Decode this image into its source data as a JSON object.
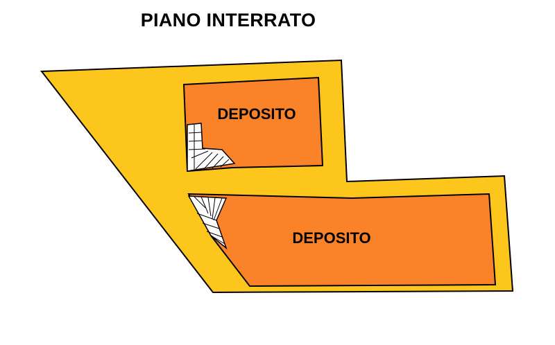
{
  "title": "PIANO INTERRATO",
  "rooms": [
    {
      "label": "DEPOSITO"
    },
    {
      "label": "DEPOSITO"
    }
  ],
  "colors": {
    "outer_area": "#FCC61C",
    "room_fill": "#FA8229",
    "outline": "#000000",
    "stair_fill": "#FFFFFF"
  }
}
